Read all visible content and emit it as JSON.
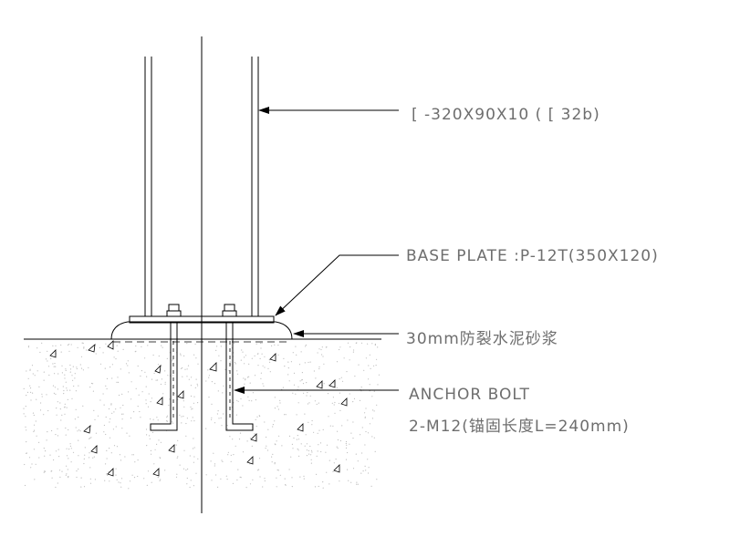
{
  "annotations": {
    "channel": "[ -320X90X10 ( [ 32b)",
    "base_plate": "BASE PLATE :P-12T(350X120)",
    "mortar": "30mm防裂水泥砂浆",
    "anchor_bolt": "ANCHOR BOLT",
    "bolt_spec": "2-M12(锚固长度L=240mm)"
  },
  "colors": {
    "line": "#000000",
    "text": "#6e6e6e",
    "background": "#ffffff"
  }
}
